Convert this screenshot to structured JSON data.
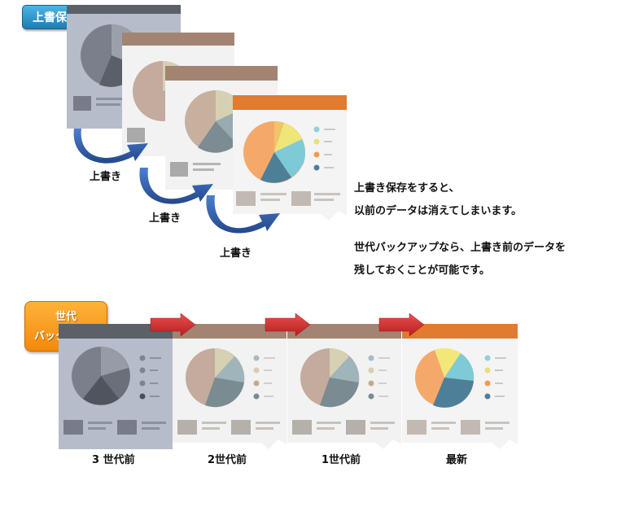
{
  "badges": {
    "overwrite_save": "上書保存",
    "generation_backup_line1": "世代",
    "generation_backup_line2": "バックアップ"
  },
  "overwrite_labels": [
    "上書き",
    "上書き",
    "上書き"
  ],
  "description": {
    "line1": "上書き保存をすると、",
    "line2": "以前のデータは消えてしまいます。",
    "line3": "世代バックアップなら、上書き前のデータを",
    "line4": "残しておくことが可能です。"
  },
  "generation_labels": [
    "3 世代前",
    "2世代前",
    "1世代前",
    "最新"
  ],
  "colors": {
    "badge_blue": "#1f7cb2",
    "badge_orange": "#f28a0d",
    "arrow_blue": "#2f5da8",
    "arrow_red": "#d23030",
    "header_gray": "#5c6068",
    "header_brown": "#a38472",
    "header_orange": "#e07b2f"
  }
}
